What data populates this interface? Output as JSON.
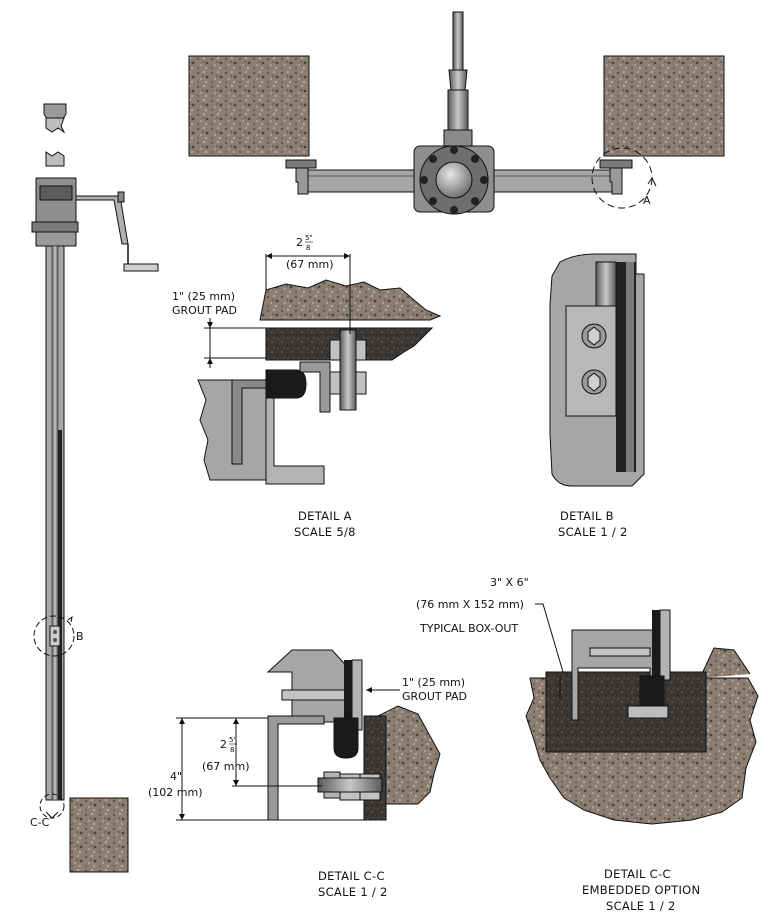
{
  "details": {
    "a": {
      "title": "DETAIL  A",
      "scale": "SCALE 5/8"
    },
    "b": {
      "title": "DETAIL  B",
      "scale": "SCALE 1 / 2"
    },
    "cc": {
      "title": "DETAIL  C-C",
      "scale": "SCALE 1 / 2"
    },
    "cc_embedded": {
      "title": "DETAIL  C-C",
      "option": "EMBEDDED OPTION",
      "scale": "SCALE 1 / 2"
    }
  },
  "callouts": {
    "a": "A",
    "b": "B",
    "cc": "C-C"
  },
  "dimensions": {
    "a_width": {
      "whole": "2",
      "num": "5\"",
      "den": "8",
      "metric": "(67 mm)"
    },
    "a_grout": {
      "imperial": "1\" (25 mm)",
      "label": "GROUT PAD"
    },
    "cc_grout": {
      "imperial": "1\" (25 mm)",
      "label": "GROUT PAD"
    },
    "cc_height": {
      "whole": "2",
      "num": "5\"",
      "den": "8",
      "metric": "(67 mm)"
    },
    "cc_total": {
      "imperial": "4\"",
      "metric": "(102 mm)"
    },
    "boxout": {
      "imperial": "3\" X 6\"",
      "metric": "(76 mm X 152 mm)",
      "label": "TYPICAL BOX-OUT"
    }
  },
  "colors": {
    "concrete": "#8c7f72",
    "grout": "#3a3633",
    "steel": "#a6a6a6",
    "steel_dark": "#6e6e6e",
    "line": "#111111"
  }
}
